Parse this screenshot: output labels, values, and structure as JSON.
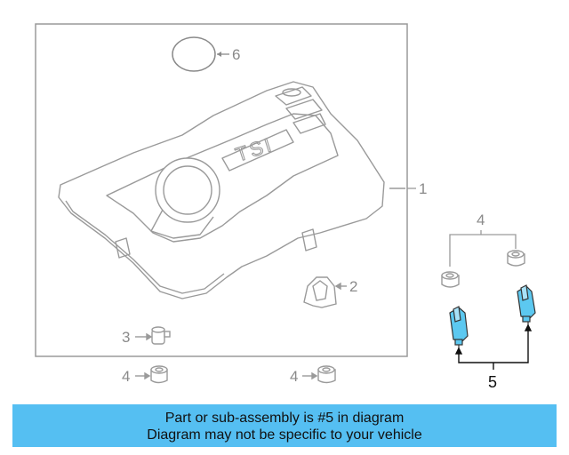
{
  "callouts": {
    "c1": "1",
    "c2": "2",
    "c3": "3",
    "c4_top": "4",
    "c4_left": "4",
    "c4_mid": "4",
    "c5": "5",
    "c6": "6"
  },
  "engine_badge": "TSI",
  "banner": {
    "line1": "Part or sub-assembly is #5 in diagram",
    "line2": "Diagram may not be specific to your vehicle"
  },
  "colors": {
    "highlight": "#55bff2",
    "line": "#9a9a9a",
    "part_highlight": "#5cc8f0"
  }
}
